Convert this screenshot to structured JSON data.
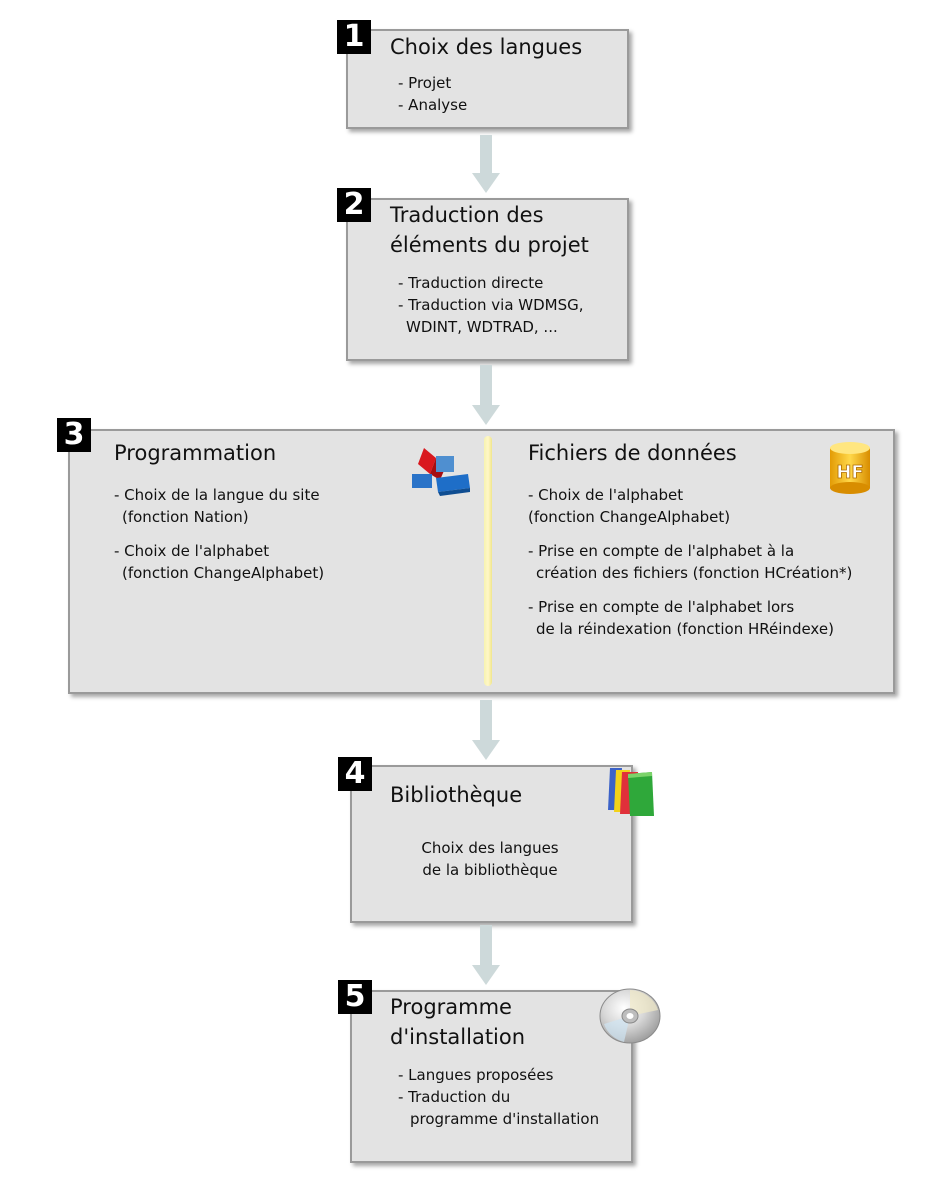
{
  "steps": [
    {
      "number": "1",
      "title": "Choix des langues",
      "items": [
        "- Projet",
        "- Analyse"
      ]
    },
    {
      "number": "2",
      "title_line1": "Traduction des",
      "title_line2": "éléments du projet",
      "items": [
        "- Traduction directe",
        "- Traduction via WDMSG,",
        "WDINT, WDTRAD, ..."
      ]
    },
    {
      "number": "3",
      "left": {
        "title": "Programmation",
        "items": [
          [
            "- Choix de la langue du site",
            "(fonction Nation)"
          ],
          [
            "- Choix de l'alphabet",
            "(fonction ChangeAlphabet)"
          ]
        ]
      },
      "right": {
        "title": "Fichiers de données",
        "items": [
          [
            "- Choix de l'alphabet",
            "(fonction ChangeAlphabet)"
          ],
          [
            "- Prise en compte de l'alphabet à la",
            "création des fichiers (fonction HCréation*)"
          ],
          [
            "- Prise en compte de l'alphabet lors",
            "de la réindexation (fonction HRéindexe)"
          ]
        ],
        "icon_text": "HF"
      }
    },
    {
      "number": "4",
      "title": "Bibliothèque",
      "body_line1": "Choix des langues",
      "body_line2": "de la bibliothèque"
    },
    {
      "number": "5",
      "title_line1": "Programme",
      "title_line2": "d'installation",
      "items": [
        "- Langues proposées",
        "- Traduction du",
        "programme d'installation"
      ]
    }
  ],
  "icons": [
    "programming-icon",
    "hf-database-icon",
    "books-icon",
    "cd-icon"
  ],
  "colors": {
    "box_fill": "#e3e3e3",
    "box_border": "#9a9a9a",
    "arrow": "#cdd9da",
    "divider": "#fff7c7"
  }
}
